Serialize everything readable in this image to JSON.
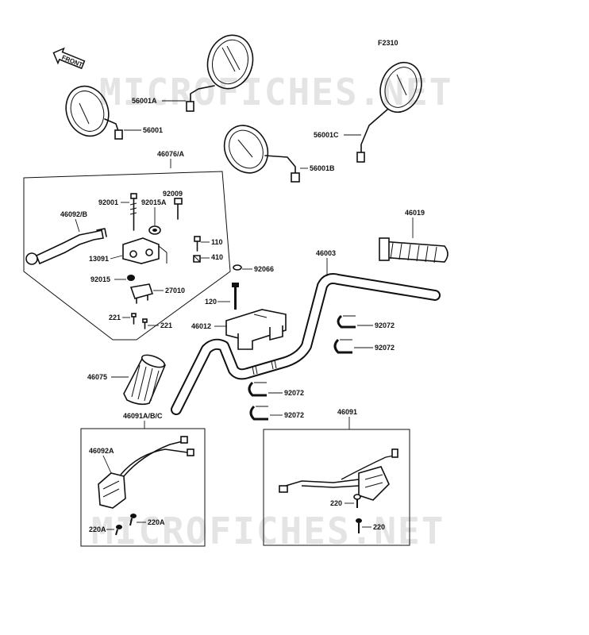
{
  "diagram_code": "F2310",
  "front_arrow": "FRONT",
  "watermark": "MICROFICHES.NET",
  "parts": {
    "p56001A": "56001A",
    "p56001": "56001",
    "p56001C": "56001C",
    "p56001B": "56001B",
    "p46076A": "46076/A",
    "p92001": "92001",
    "p92009": "92009",
    "p92015A": "92015A",
    "p46092B": "46092/B",
    "p110": "110",
    "p13091": "13091",
    "p410": "410",
    "p92015": "92015",
    "p27010": "27010",
    "p221a": "221",
    "p221b": "221",
    "p46019": "46019",
    "p46003": "46003",
    "p92066": "92066",
    "p120": "120",
    "p46012": "46012",
    "p92072a": "92072",
    "p92072b": "92072",
    "p92072c": "92072",
    "p92072d": "92072",
    "p46075": "46075",
    "p46091ABC": "46091A/B/C",
    "p46091": "46091",
    "p46092A": "46092A",
    "p220A_a": "220A",
    "p220A_b": "220A",
    "p220a": "220",
    "p220b": "220"
  }
}
